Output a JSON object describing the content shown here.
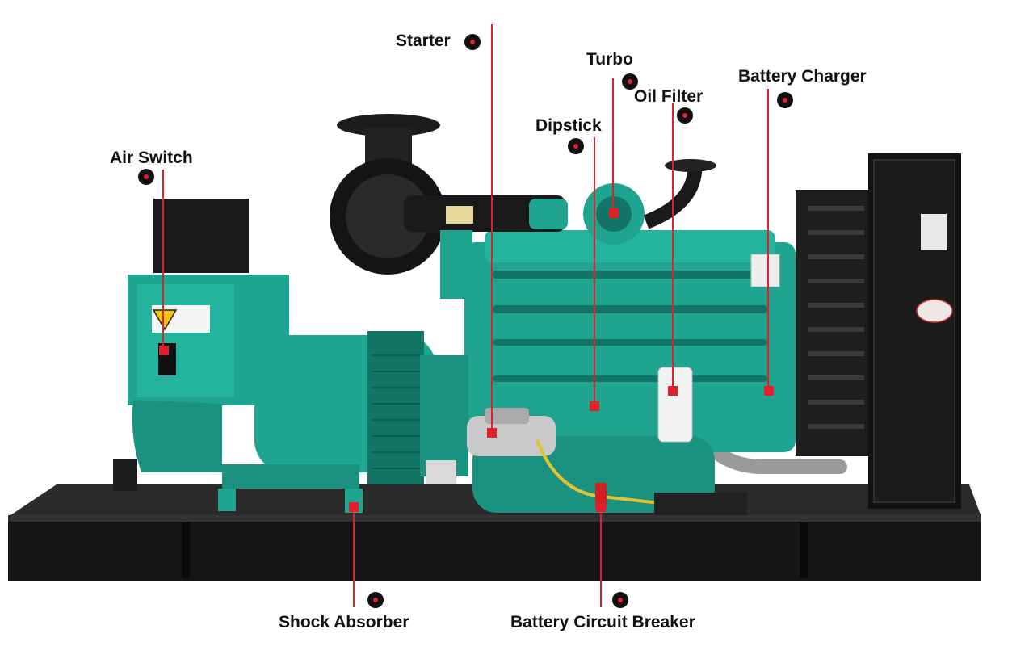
{
  "diagram": {
    "callouts": [
      {
        "id": "starter",
        "label": "Starter"
      },
      {
        "id": "turbo",
        "label": "Turbo"
      },
      {
        "id": "oil-filter",
        "label": "Oil Filter"
      },
      {
        "id": "battery-charger",
        "label": "Battery Charger"
      },
      {
        "id": "dipstick",
        "label": "Dipstick"
      },
      {
        "id": "air-switch",
        "label": "Air Switch"
      },
      {
        "id": "shock-absorber",
        "label": "Shock Absorber"
      },
      {
        "id": "battery-circuit-breaker",
        "label": "Battery Circuit Breaker"
      }
    ],
    "colors": {
      "machine_teal": "#1fa48f",
      "machine_teal_dark": "#137565",
      "frame_black": "#151515",
      "callout_red": "#e0202a",
      "label_text": "#111111"
    }
  }
}
